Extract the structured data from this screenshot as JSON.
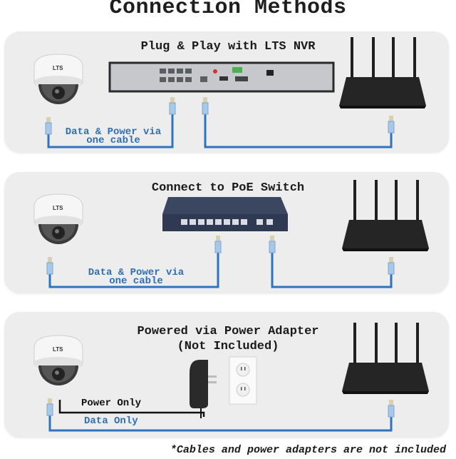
{
  "title": "Connection Methods",
  "colors": {
    "cable_blue": "#2f72c0",
    "power_black": "#111111",
    "panel_bg": "#ededed"
  },
  "panels": [
    {
      "title": "Plug & Play with LTS NVR",
      "devices": [
        "dome-camera",
        "nvr-recorder",
        "wifi-router"
      ],
      "camera_brand": "LTS",
      "cable_label_line1": "Data & Power via",
      "cable_label_line2": "one cable"
    },
    {
      "title": "Connect to PoE Switch",
      "devices": [
        "dome-camera",
        "poe-switch",
        "wifi-router"
      ],
      "camera_brand": "LTS",
      "cable_label_line1": "Data & Power via",
      "cable_label_line2": "one cable"
    },
    {
      "title_line1": "Powered via Power Adapter",
      "title_line2": "(Not Included)",
      "devices": [
        "dome-camera",
        "power-adapter",
        "wall-outlet",
        "wifi-router"
      ],
      "camera_brand": "LTS",
      "power_label": "Power Only",
      "data_label": "Data Only"
    }
  ],
  "footnote": "*Cables and power adapters are not included"
}
